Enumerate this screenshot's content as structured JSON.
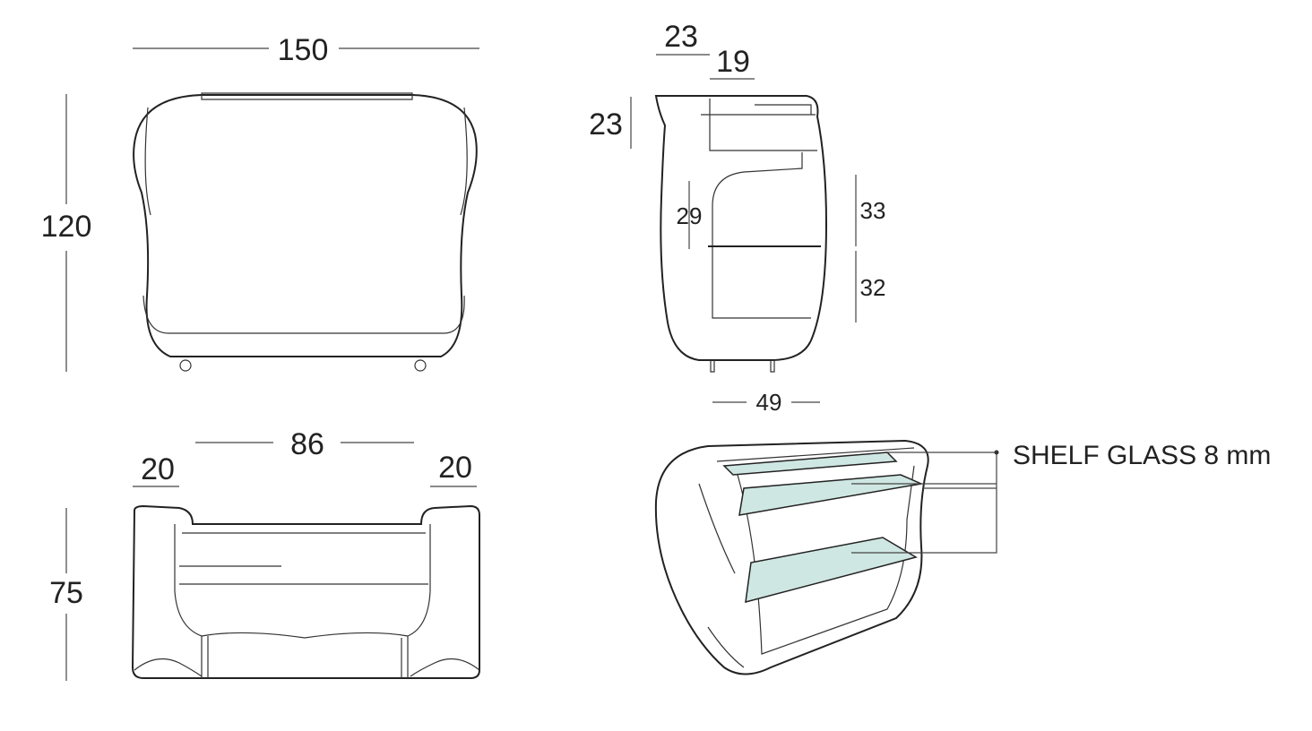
{
  "front_view": {
    "width": "150",
    "height": "120"
  },
  "side_view": {
    "top_depth": "23",
    "top_inner": "19",
    "top_height": "23",
    "inner_gap": "29",
    "upper_shelf": "33",
    "lower_shelf": "32",
    "base_depth": "49"
  },
  "top_view": {
    "inner_width": "86",
    "left_side": "20",
    "right_side": "20",
    "depth": "75"
  },
  "perspective_view": {
    "callout": "SHELF GLASS 8 mm"
  },
  "colors": {
    "glass": "#cfe7e2",
    "line": "#222222"
  }
}
